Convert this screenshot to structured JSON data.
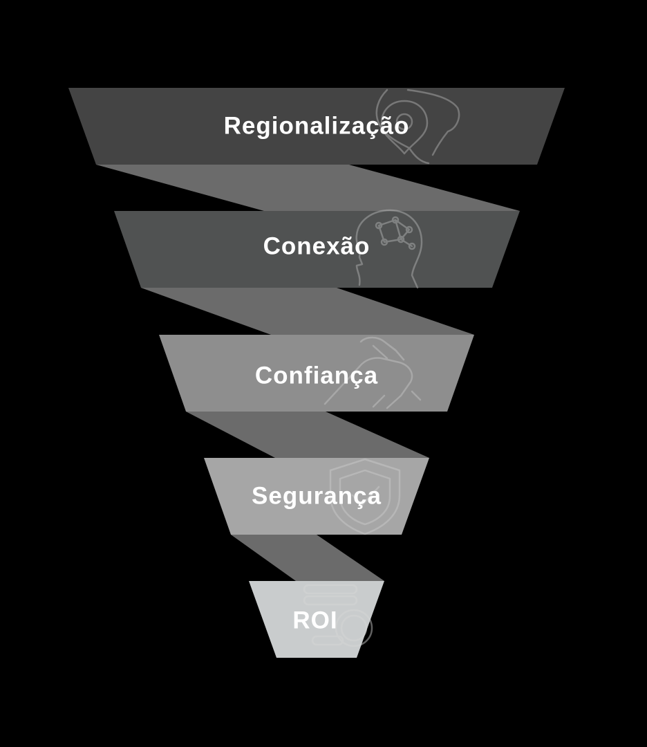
{
  "background_color": "#000000",
  "label_color": "#ffffff",
  "stages": [
    {
      "label": "Regionalização",
      "color": "#444444",
      "icon": "map-pin-icon"
    },
    {
      "label": "Conexão",
      "color": "#505252",
      "icon": "brain-head-icon"
    },
    {
      "label": "Confiança",
      "color": "#8e8e8e",
      "icon": "handshake-icon"
    },
    {
      "label": "Segurança",
      "color": "#a6a6a6",
      "icon": "shield-check-icon"
    },
    {
      "label": "ROI",
      "color": "#c9cccd",
      "icon": "coins-icon"
    }
  ],
  "connector_color": "#6b6b6b"
}
